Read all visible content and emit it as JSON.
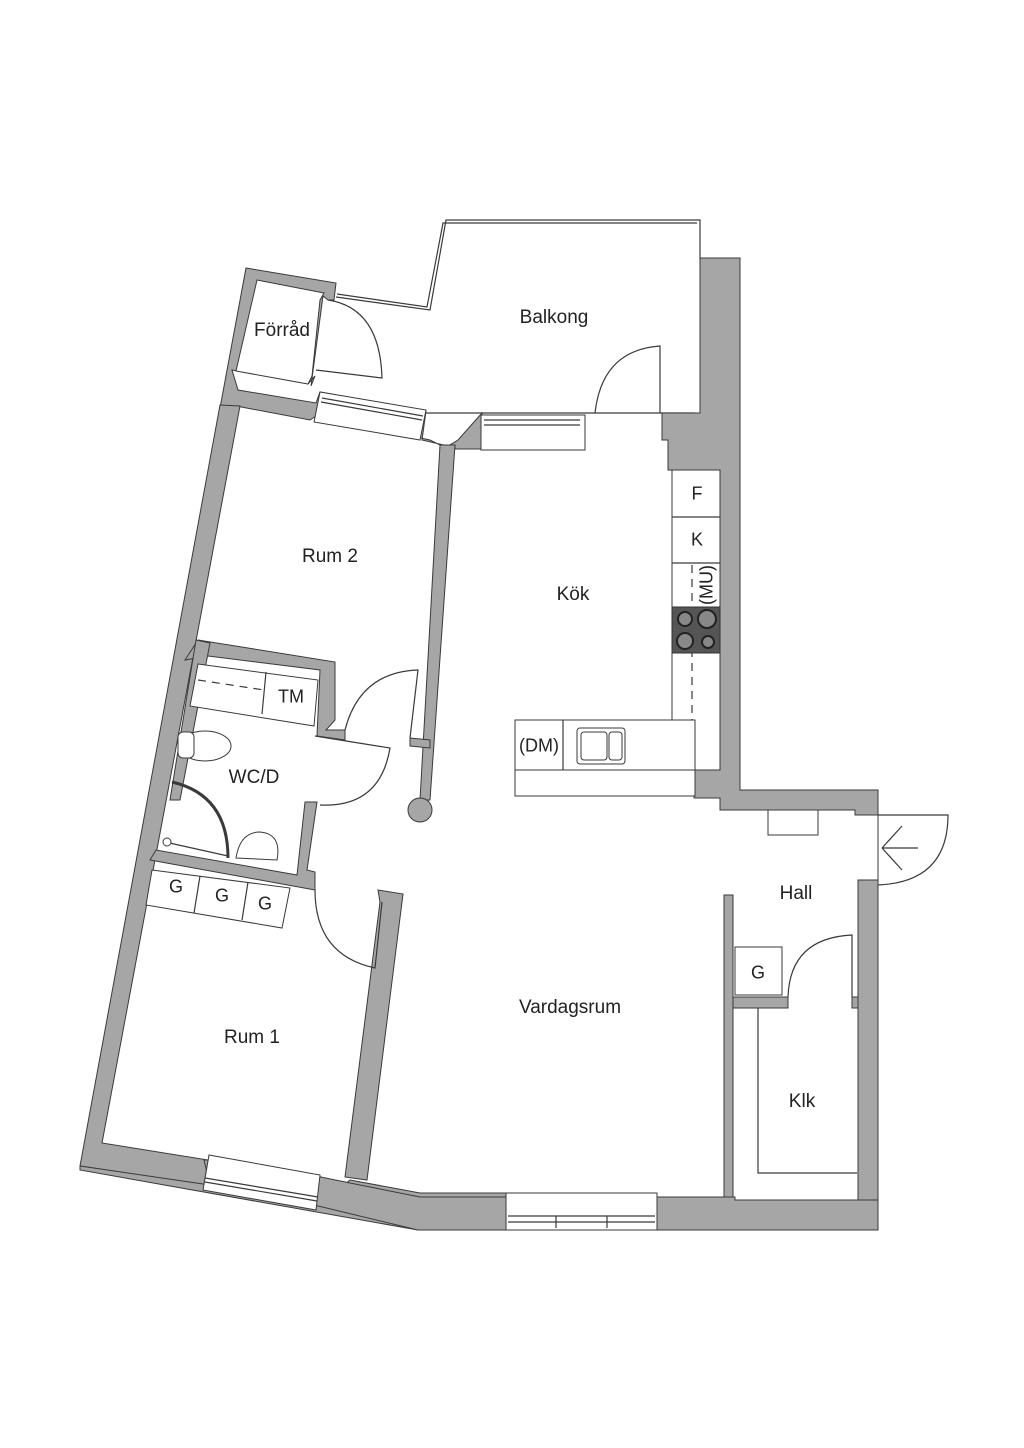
{
  "plan": {
    "rooms": {
      "forrad": "Förråd",
      "balkong": "Balkong",
      "rum2": "Rum 2",
      "kok": "Kök",
      "wcd": "WC/D",
      "rum1": "Rum 1",
      "vardagsrum": "Vardagsrum",
      "hall": "Hall",
      "klk": "Klk"
    },
    "fixtures": {
      "fridge": "F",
      "freezer": "K",
      "microwave": "(MU)",
      "dishwasher": "(DM)",
      "washer": "TM",
      "wardrobe_a": "G",
      "wardrobe_b": "G",
      "wardrobe_c": "G",
      "wardrobe_hall": "G"
    },
    "colors": {
      "wall": "#a6a6a6",
      "line": "#3a3a3a",
      "stove": "#555555"
    }
  }
}
